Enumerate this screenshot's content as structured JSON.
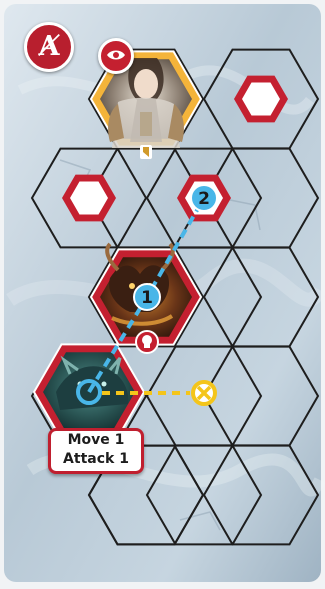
{
  "corner_logo": {
    "glyph": "Ⱥ",
    "icon": "fantasy-a-emblem-icon"
  },
  "view_badge": {
    "icon": "eye-icon"
  },
  "paths": [
    {
      "step": "1"
    },
    {
      "step": "2"
    }
  ],
  "action_label": {
    "line1": "Move 1",
    "line2": "Attack 1"
  },
  "colors": {
    "accent_red": "#c42030",
    "hero_gold": "#f4b43a",
    "path_blue": "#49b6e8",
    "attack_yellow": "#f4c51a"
  }
}
